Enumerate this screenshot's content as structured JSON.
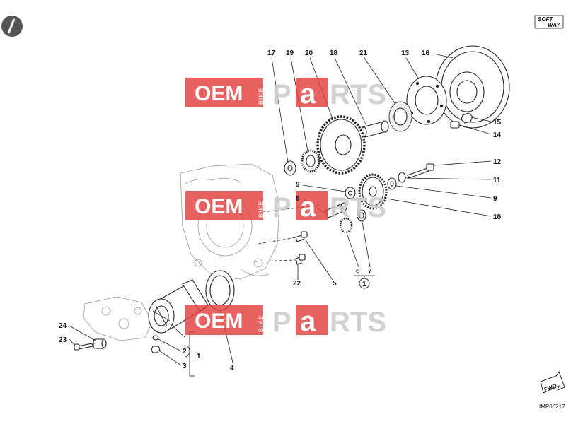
{
  "watermark": {
    "oem": "OEM",
    "bike": "BIKE",
    "p": "P",
    "a": "a",
    "rts": "RTS"
  },
  "brand": {
    "top": "SOFT",
    "bottom": "WAY"
  },
  "fwd_label": "FWD",
  "drawing_code": "IMP00217",
  "callouts": {
    "c17": "17",
    "c19": "19",
    "c20": "20",
    "c18": "18",
    "c21": "21",
    "c13": "13",
    "c16": "16",
    "c15": "15",
    "c14": "14",
    "c12": "12",
    "c11": "11",
    "c9a": "9",
    "c9b": "9",
    "c10": "10",
    "c8": "8",
    "c5": "5",
    "c6": "6",
    "c7": "7",
    "c1a": "1",
    "c22": "22",
    "c24": "24",
    "c23": "23",
    "c2": "2",
    "c3": "3",
    "c1b": "1",
    "c4": "4"
  }
}
